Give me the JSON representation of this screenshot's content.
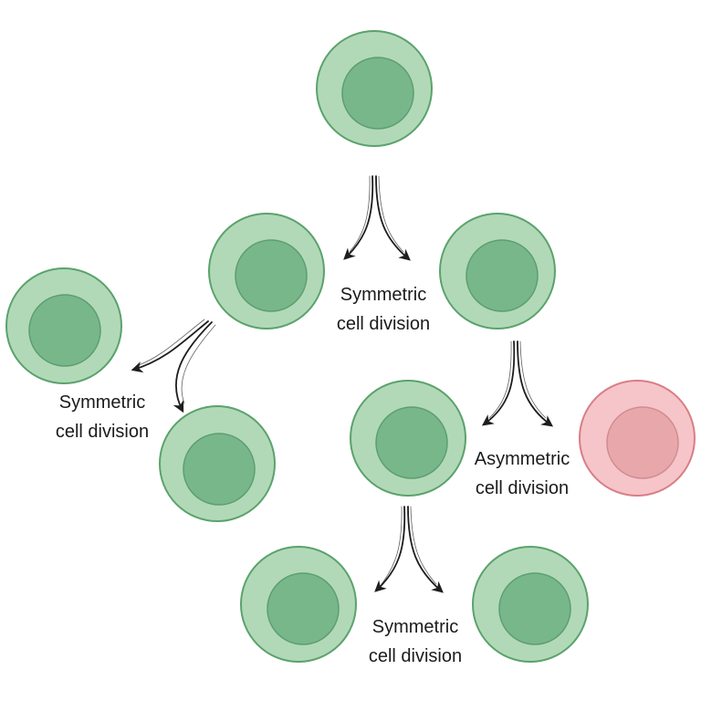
{
  "colors": {
    "stem_cell_outer": "#b2d9b7",
    "stem_cell_outer_stroke": "#5aa26c",
    "stem_cell_nucleus": "#78b78a",
    "stem_cell_nucleus_stroke": "#5c9e70",
    "differentiated_cell_outer": "#f5c5c9",
    "differentiated_cell_outer_stroke": "#d97d86",
    "differentiated_cell_nucleus": "#e8a8ab",
    "differentiated_cell_nucleus_stroke": "#d28b90",
    "arrow": "#1e1e1e"
  },
  "labels": {
    "top_division": {
      "line1": "Symmetric",
      "line2": "cell division"
    },
    "left_division": {
      "line1": "Symmetric",
      "line2": "cell division"
    },
    "right_division": {
      "line1": "Asymmetric",
      "line2": "cell division"
    },
    "bottom_division": {
      "line1": "Symmetric",
      "line2": "cell division"
    }
  }
}
